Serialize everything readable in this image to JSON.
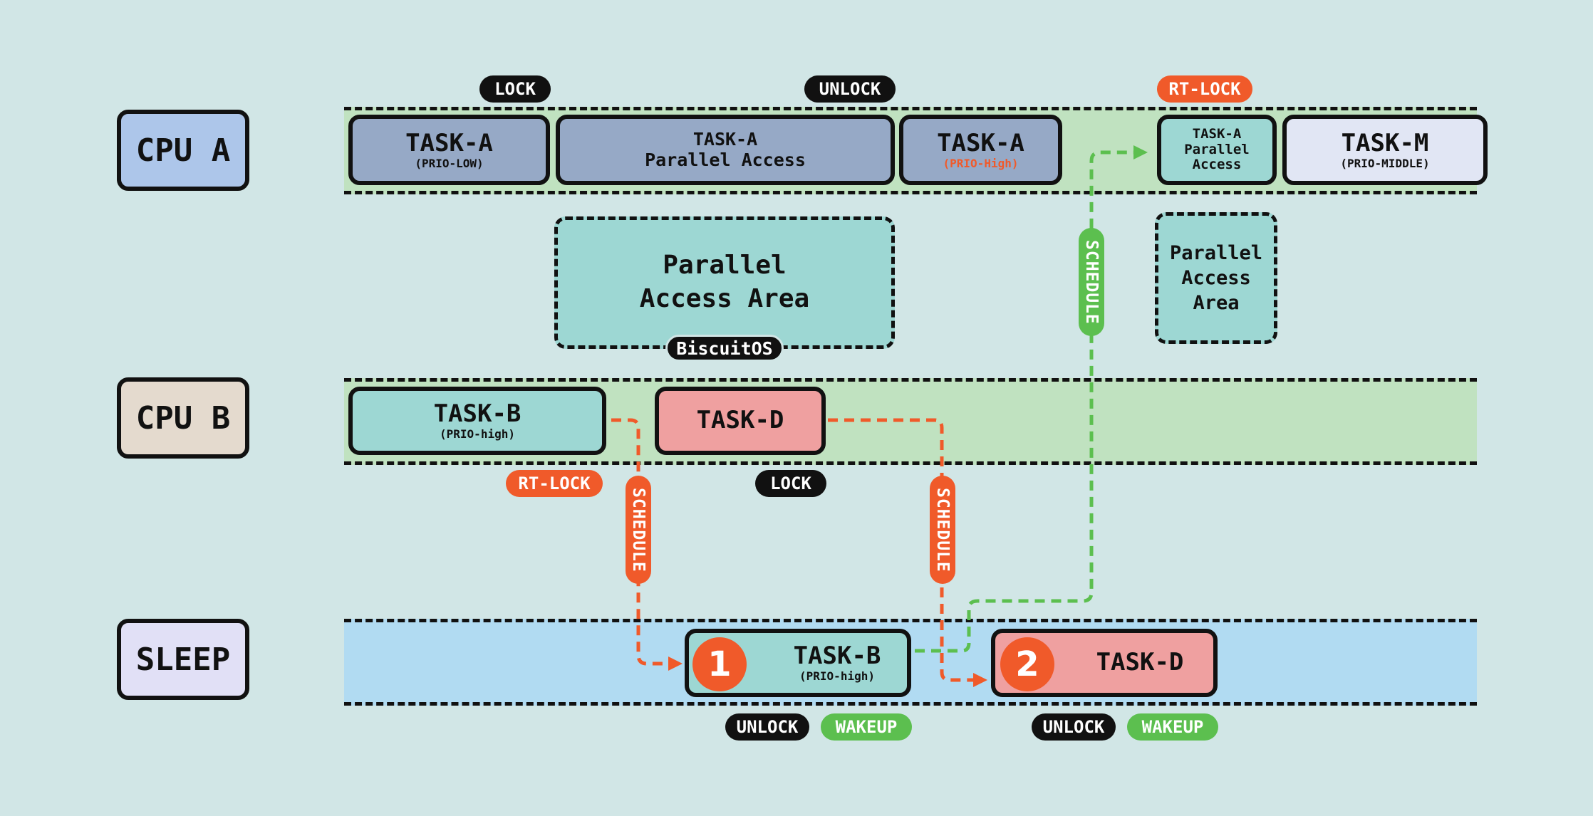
{
  "colors": {
    "background": "#d1e6e6",
    "running_lane": "#c0e2c0",
    "sleep_lane": "#b1dbf2",
    "task_low": "#96a9c6",
    "task_teal": "#9dd7d3",
    "task_red": "#efa0a0",
    "task_light": "#e1e6f4",
    "pill_black": "#111111",
    "pill_orange": "#f05a2a",
    "pill_green": "#5cbf4f"
  },
  "rows": {
    "cpu_a": "CPU A",
    "cpu_b": "CPU B",
    "sleep": "SLEEP"
  },
  "cpu_a": {
    "task_a_low": {
      "name": "TASK-A",
      "prio": "(PRIO-LOW)"
    },
    "task_a_parallel": {
      "line1": "TASK-A",
      "line2": "Parallel Access"
    },
    "task_a_high": {
      "name": "TASK-A",
      "prio": "(PRIO-High)"
    },
    "task_a_parallel_small": {
      "line1": "TASK-A",
      "line2": "Parallel",
      "line3": "Access"
    },
    "task_m": {
      "name": "TASK-M",
      "prio": "(PRIO-MIDDLE)"
    },
    "labels": {
      "lock": "LOCK",
      "unlock": "UNLOCK",
      "rt_lock": "RT-LOCK"
    }
  },
  "areas": {
    "main": "Parallel\nAccess Area",
    "main_tag": "BiscuitOS",
    "small": "Parallel\nAccess\nArea"
  },
  "cpu_b": {
    "task_b": {
      "name": "TASK-B",
      "prio": "(PRIO-high)"
    },
    "task_d": {
      "name": "TASK-D"
    },
    "labels": {
      "rt_lock": "RT-LOCK",
      "lock": "LOCK"
    }
  },
  "schedule_labels": {
    "b_to_sleep": "SCHEDULE",
    "d_to_sleep": "SCHEDULE",
    "wake_to_cpu_a": "SCHEDULE"
  },
  "sleep": {
    "task_b": {
      "number": "1",
      "name": "TASK-B",
      "prio": "(PRIO-high)"
    },
    "task_d": {
      "number": "2",
      "name": "TASK-D"
    },
    "labels": {
      "unlock_1": "UNLOCK",
      "wakeup_1": "WAKEUP",
      "unlock_2": "UNLOCK",
      "wakeup_2": "WAKEUP"
    }
  }
}
